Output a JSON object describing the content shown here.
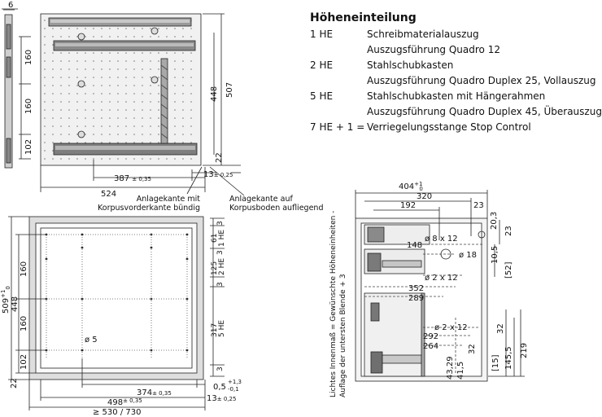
{
  "legend": {
    "title": "Höheneinteilung",
    "rows": [
      {
        "code": "1 HE",
        "desc": "Schreibmaterialauszug"
      },
      {
        "code": "",
        "desc": "Auszugsführung Quadro 12"
      },
      {
        "code": "2 HE",
        "desc": "Stahlschubkasten"
      },
      {
        "code": "",
        "desc": "Auszugsführung Quadro Duplex 25, Vollauszug"
      },
      {
        "code": "5 HE",
        "desc": "Stahlschubkasten mit Hängerahmen"
      },
      {
        "code": "",
        "desc": "Auszugsführung Quadro Duplex 45, Überauszug"
      },
      {
        "code": "7 HE + 1 =",
        "desc": "Verriegelungsstange Stop Control"
      }
    ]
  },
  "side_view": {
    "dim_6": "6",
    "dim_160_top": "160",
    "dim_160_mid": "160",
    "dim_102": "102",
    "dim_507": "507",
    "dim_448": "448",
    "dim_22": "22",
    "dim_387": "387",
    "tol_387": "± 0,35",
    "dim_13": "13",
    "tol_13": "± 0,25",
    "dim_524": "524",
    "note_front_1": "Anlagekante mit",
    "note_front_2": "Korpusvorderkante bündig",
    "note_bottom_1": "Anlagekante auf",
    "note_bottom_2": "Korpusboden aufliegend"
  },
  "front_view": {
    "dim_509": "509",
    "tol_509": "+1",
    "tol_509b": "0",
    "dim_448": "448",
    "dim_160_a": "160",
    "dim_160_b": "160",
    "dim_102": "102",
    "dim_22": "22",
    "hole": "ø 5",
    "dim_3a": "3",
    "dim_61": "61",
    "he_1": "1 HE",
    "dim_3b": "3",
    "dim_125": "125",
    "he_2": "2 HE",
    "dim_3c": "3",
    "dim_317": "317",
    "he_5": "5 HE",
    "dim_3d": "3",
    "dim_374": "374",
    "tol_374": "± 0,35",
    "dim_05": "0,5",
    "tol_05a": "+1,3",
    "tol_05b": "-0,1",
    "dim_498": "498",
    "tol_498": "± 0,35",
    "dim_13": "13",
    "tol_13": "± 0,25",
    "dim_530": "≥ 530 / 730"
  },
  "drawer_view": {
    "dim_404": "404",
    "tol_404a": "+1",
    "tol_404b": "0",
    "dim_320": "320",
    "dim_192": "192",
    "dim_23a": "23",
    "dim_203": "20,3",
    "dim_23b": "23",
    "hole_8x12": "ø 8 x 12",
    "dim_148": "148",
    "hole_18": "ø 18",
    "dim_105": "10,5",
    "dim_52": "[52]",
    "hole_2x12a": "ø 2 x 12",
    "dim_352": "352",
    "dim_289": "289",
    "hole_2x12b": "ø 2 x 12",
    "dim_292": "292",
    "dim_264": "264",
    "dim_32a": "32",
    "dim_4329": "43,29",
    "dim_415": "41,5",
    "dim_32b": "32",
    "dim_1455": "145,5",
    "dim_219": "219",
    "dim_15": "[15]",
    "vertical_1": "Lichtes Innenmaß = Gewünschte Höheneinheiten -",
    "vertical_2": "Auflage der untersten Blende + 3"
  }
}
